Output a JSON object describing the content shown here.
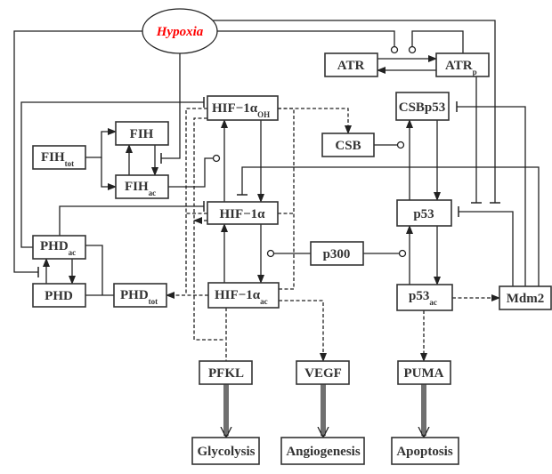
{
  "colors": {
    "hypoxia_text": "#ff0000",
    "line": "#222222"
  },
  "nodes": {
    "hypoxia": "Hypoxia",
    "atr": "ATR",
    "atrp": {
      "main": "ATR",
      "sub": "p"
    },
    "hif_oh": {
      "main": "HIF−1α",
      "sub": "OH"
    },
    "csbp53": "CSBp53",
    "fih": "FIH",
    "fih_tot": {
      "main": "FIH",
      "sub": "tot"
    },
    "csb": "CSB",
    "fih_ac": {
      "main": "FIH",
      "sub": "ac"
    },
    "hif": "HIF−1α",
    "p53": "p53",
    "phd_ac": {
      "main": "PHD",
      "sub": "ac"
    },
    "p300": "p300",
    "phd": "PHD",
    "phd_tot": {
      "main": "PHD",
      "sub": "tot"
    },
    "hif_ac": {
      "main": "HIF−1α",
      "sub": "ac"
    },
    "p53_ac": {
      "main": "p53",
      "sub": "ac"
    },
    "mdm2": "Mdm2",
    "pfkl": "PFKL",
    "vegf": "VEGF",
    "puma": "PUMA",
    "glycolysis": "Glycolysis",
    "angiogenesis": "Angiogenesis",
    "apoptosis": "Apoptosis"
  }
}
